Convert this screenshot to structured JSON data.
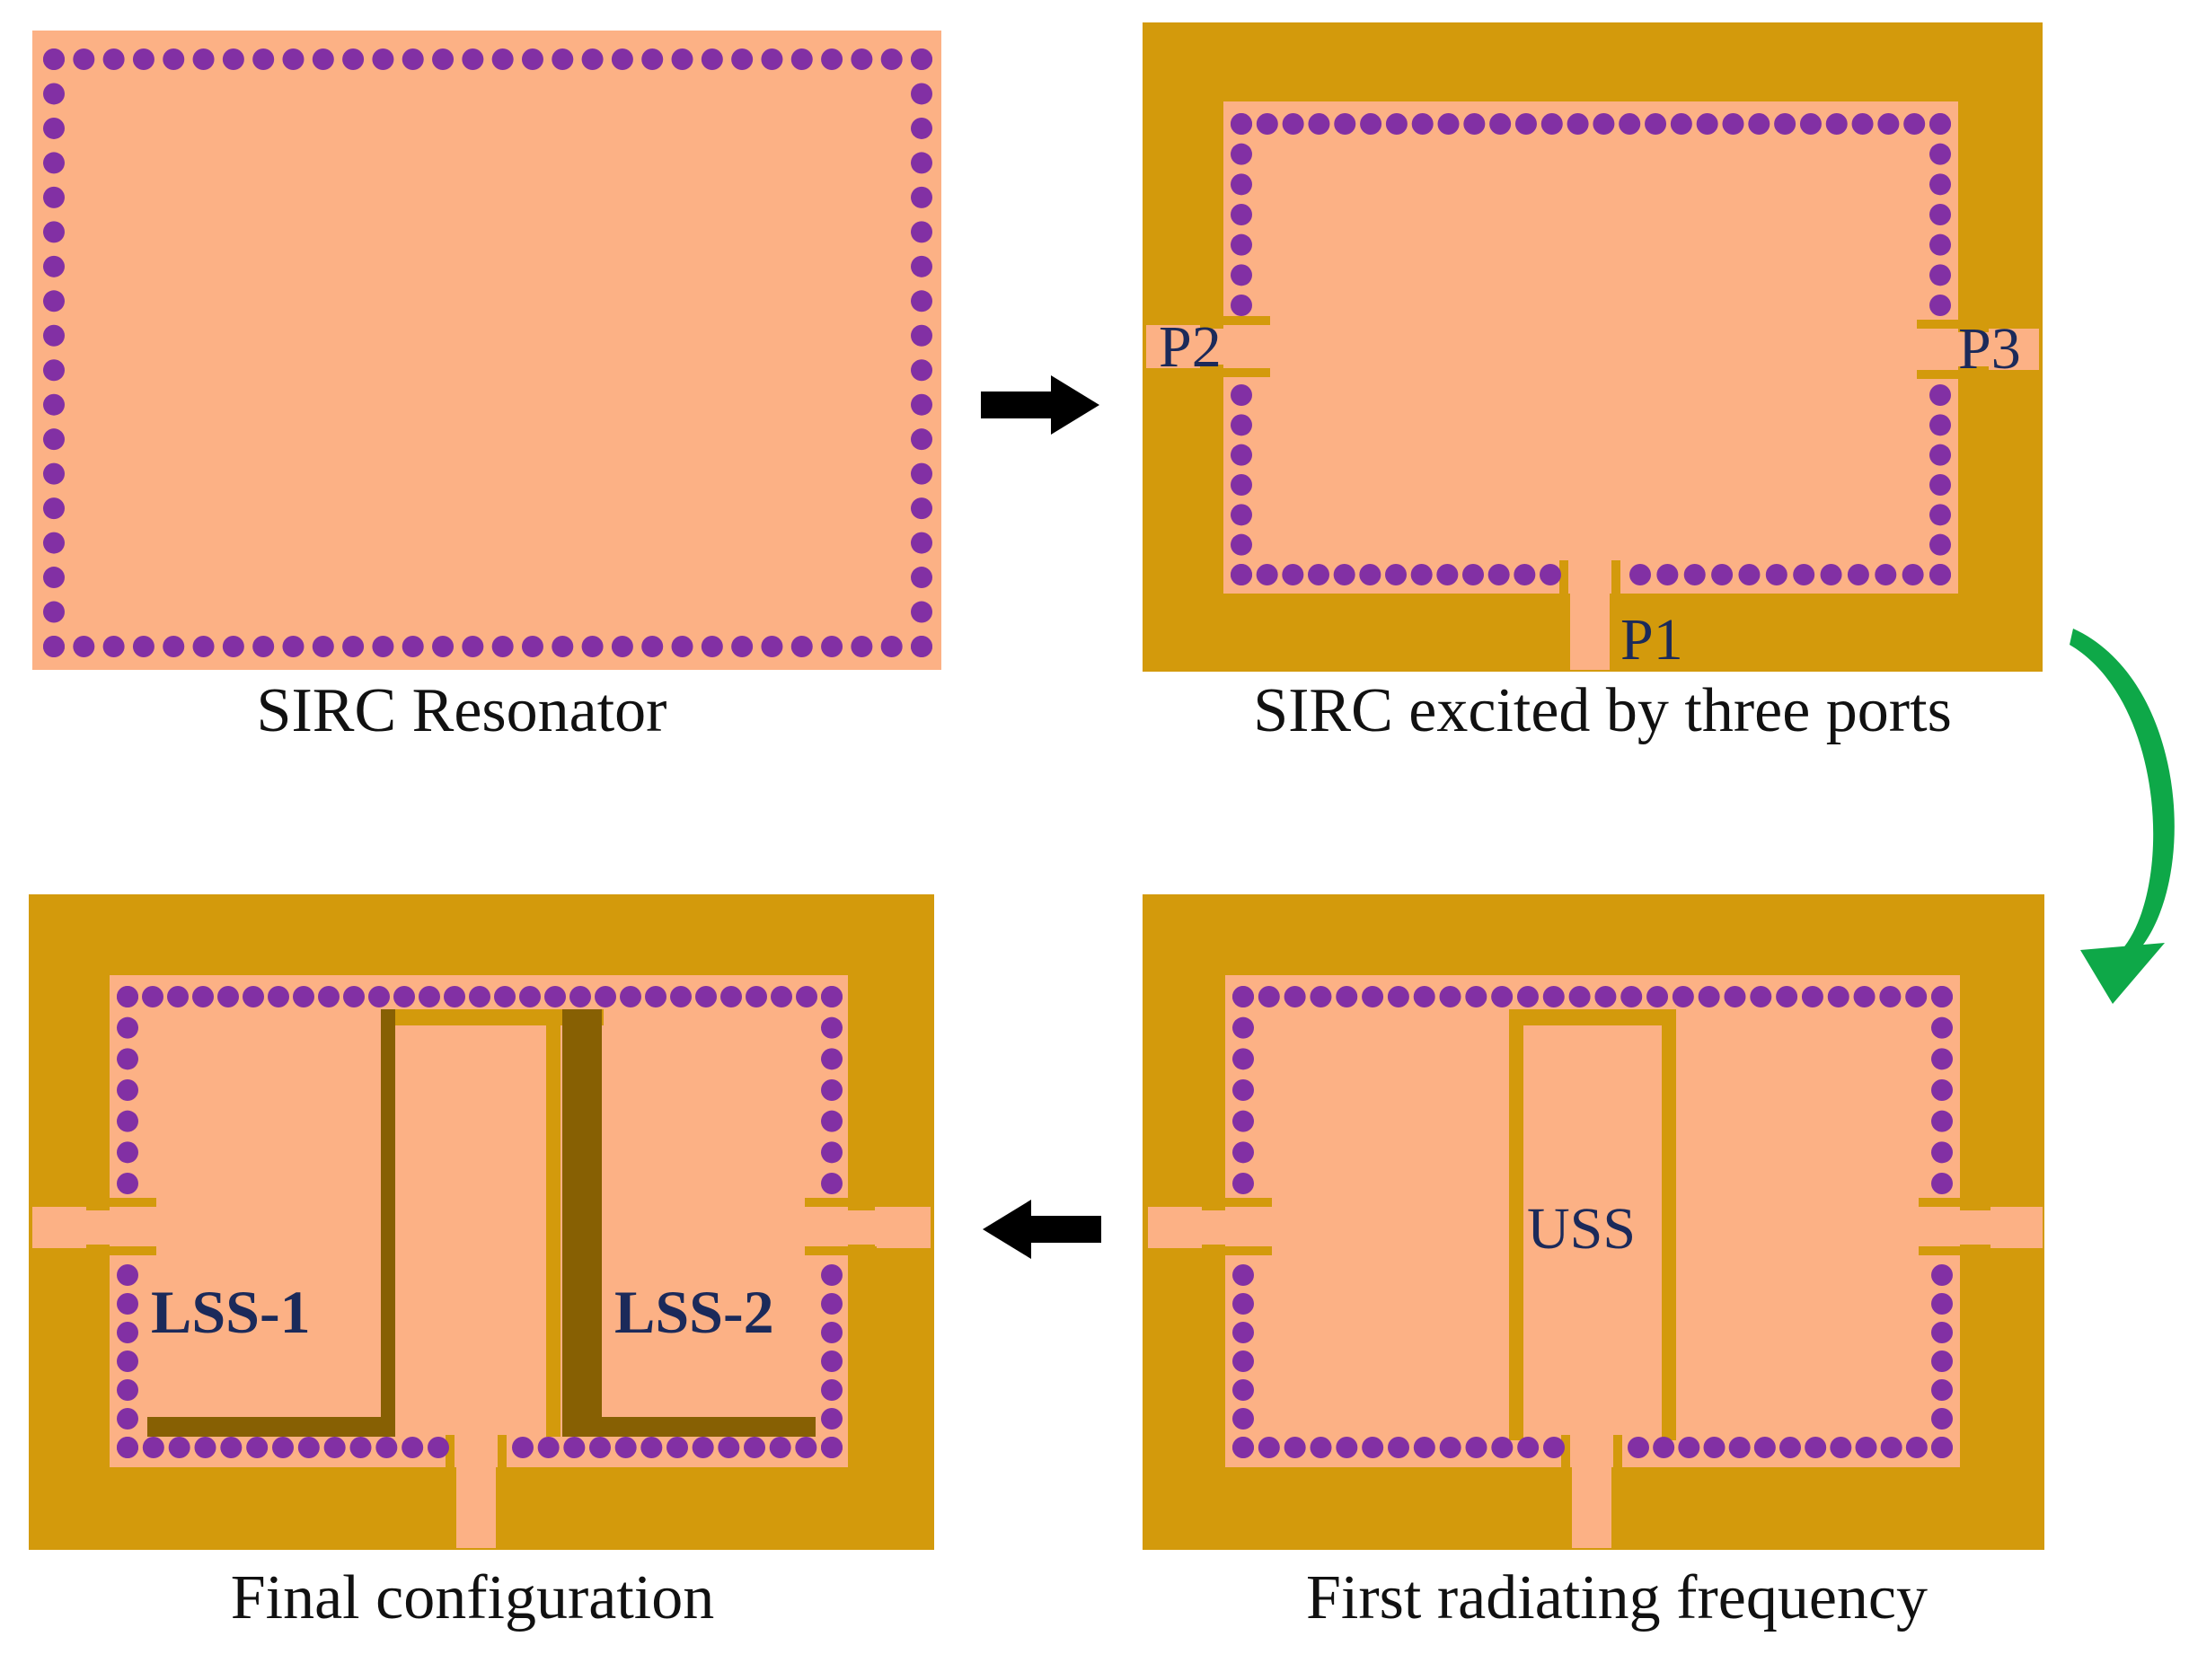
{
  "colors": {
    "substrate": "#fcb185",
    "copper": "#d39a0c",
    "slot_dark": "#876003",
    "via": "#8230a4",
    "arrow": "#000000",
    "curved_arrow": "#0ea848",
    "label": "#1b2a5a"
  },
  "captions": {
    "panel1": "SIRC Resonator",
    "panel2": "SIRC excited by three ports",
    "panel3": "First radiating frequency",
    "panel4": "Final configuration"
  },
  "ports": {
    "p1": "P1",
    "p2": "P2",
    "p3": "P3"
  },
  "slots": {
    "uss": "USS",
    "lss1": "LSS-1",
    "lss2": "LSS-2"
  },
  "icons": {
    "arrow_right": "arrow-right-icon",
    "arrow_left": "arrow-left-icon",
    "curved_arrow": "curved-arrow-down-icon"
  }
}
